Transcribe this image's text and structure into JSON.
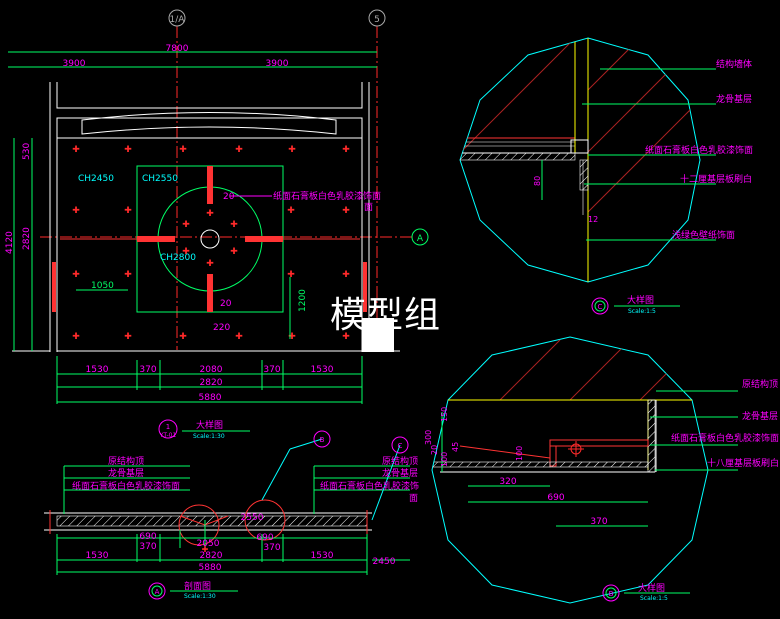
{
  "plan": {
    "axis_labels": [
      "1/A",
      "5",
      "A"
    ],
    "dims_top": [
      "7800",
      "3900",
      "3900"
    ],
    "dims_left": [
      "4120",
      "530",
      "2820"
    ],
    "dims_bottom_inner": [
      "1530",
      "370",
      "2080",
      "370",
      "1530"
    ],
    "dim_bottom_mid": "2820",
    "dim_bottom_total": "5880",
    "ceiling_heights": [
      "CH2450",
      "CH2550",
      "CH2800"
    ],
    "small_dims": [
      "20",
      "220",
      "20",
      "1050",
      "1200"
    ],
    "note": "纸面石膏板白色乳胶漆饰面",
    "title_bubble": "1",
    "title_bubble_sub": "YT-01",
    "title": "大样图",
    "scale": "Scale:1:30"
  },
  "detail_c": {
    "bubble": "C",
    "labels": [
      "结构墙体",
      "龙骨基层",
      "纸面石膏板白色乳胶漆饰面",
      "十二厘基层板刷白",
      "浅绿色壁纸饰面"
    ],
    "dims": [
      "80",
      "12"
    ],
    "title": "大样图",
    "scale": "Scale:1:5"
  },
  "detail_b": {
    "bubble": "B",
    "labels": [
      "原结构顶",
      "龙骨基层",
      "纸面石膏板白色乳胶漆饰面",
      "十八厘基层板刷白"
    ],
    "dims_left": [
      "300",
      "150",
      "20",
      "100",
      "45"
    ],
    "dim_mid": "100",
    "dims_bottom": [
      "320",
      "690",
      "370"
    ],
    "title": "大样图",
    "scale": "Scale:1:5"
  },
  "section": {
    "bubble": "A",
    "ref_bubbles": [
      "B",
      "C"
    ],
    "labels_left": [
      "原结构顶",
      "龙骨基层",
      "纸面石膏板白色乳胶漆饰面"
    ],
    "labels_right": [
      "原结构顶",
      "龙骨基层",
      "纸面石膏板白色乳胶漆饰",
      "面"
    ],
    "dims": [
      "690",
      "370",
      "2550",
      "2050",
      "690",
      "2450"
    ],
    "dims_bottom_inner": [
      "1530",
      "370",
      "1530"
    ],
    "dim_bottom_mid": "2820",
    "dim_bottom_total": "5880",
    "title": "剖面图",
    "scale": "Scale:1:30"
  },
  "watermark": "模型组"
}
